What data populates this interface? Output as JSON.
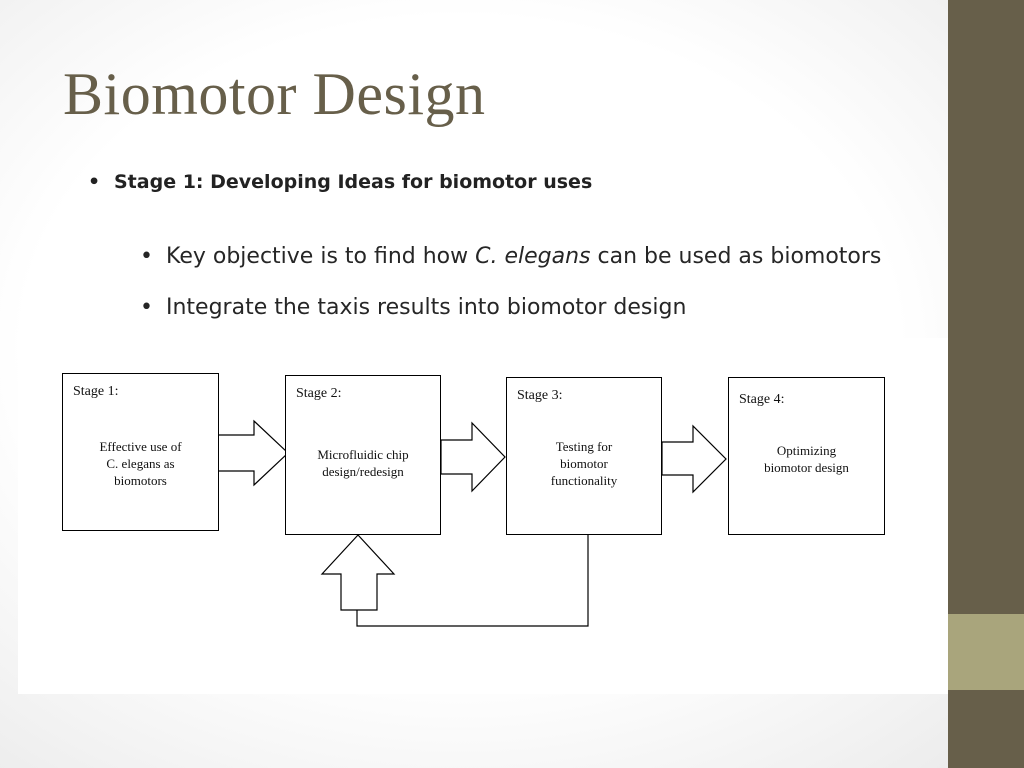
{
  "slide": {
    "title": "Biomotor Design",
    "bullet_main": "Stage 1: Developing Ideas for biomotor uses",
    "sub_bullets": {
      "first_pre": "Key objective is to find  how ",
      "first_em": "C. elegans",
      "first_post": " can be used as biomotors",
      "second": "Integrate the taxis results into biomotor design"
    },
    "bullet_glyph": "•"
  },
  "diagram": {
    "stages": [
      {
        "label": "Stage 1:",
        "text": "Effective use of\nC. elegans as\nbiomotors"
      },
      {
        "label": "Stage 2:",
        "text": "Microfluidic chip\ndesign/redesign"
      },
      {
        "label": "Stage 3:",
        "text": "Testing for\nbiomotor\nfunctionality"
      },
      {
        "label": "Stage 4:",
        "text": "Optimizing\nbiomotor design"
      }
    ],
    "flow": [
      "Stage 1 → Stage 2",
      "Stage 2 → Stage 3",
      "Stage 3 → Stage 4",
      "Stage 3 → Stage 2 (feedback)"
    ]
  },
  "theme": {
    "title_color": "#675f4a",
    "sidebar_color": "#675f4a",
    "sidebar_accent_color": "#a9a57c"
  }
}
